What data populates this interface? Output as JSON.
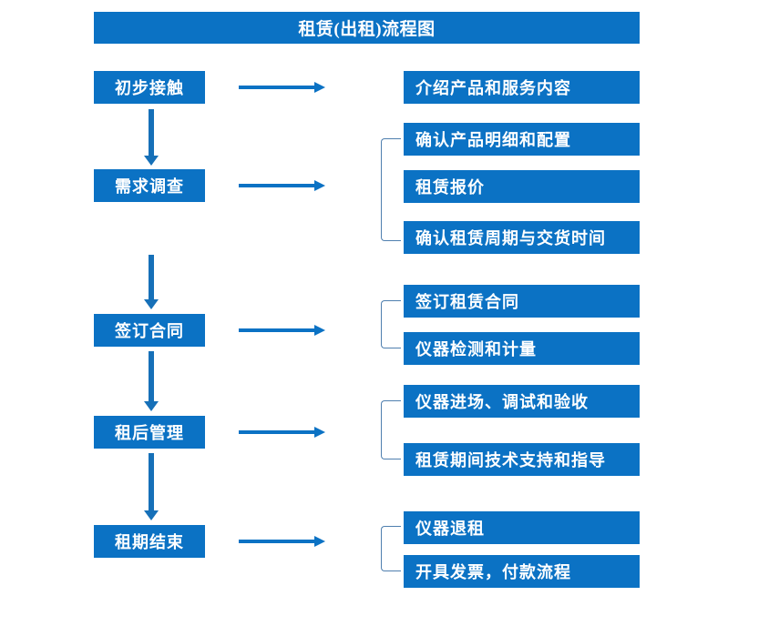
{
  "header": {
    "title": "租赁(出租)流程图",
    "accent_color": "#0B72C4",
    "bracket_color": "#4F7FAF",
    "text_color": "#FFFFFF"
  },
  "chart_data": {
    "type": "diagram",
    "title": "租赁(出租)流程图",
    "stages": [
      {
        "label": "初步接触",
        "details": [
          "介绍产品和服务内容"
        ]
      },
      {
        "label": "需求调查",
        "details": [
          "确认产品明细和配置",
          "租赁报价",
          "确认租赁周期与交货时间"
        ]
      },
      {
        "label": "签订合同",
        "details": [
          "签订租赁合同",
          "仪器检测和计量"
        ]
      },
      {
        "label": "租后管理",
        "details": [
          "仪器进场、调试和验收",
          "租赁期间技术支持和指导"
        ]
      },
      {
        "label": "租期结束",
        "details": [
          "仪器退租",
          "开具发票，付款流程"
        ]
      }
    ]
  },
  "flow": {
    "left_boxes": [
      {
        "label": "初步接触"
      },
      {
        "label": "需求调查"
      },
      {
        "label": "签订合同"
      },
      {
        "label": "租后管理"
      },
      {
        "label": "租期结束"
      }
    ],
    "right_boxes": [
      {
        "label": "介绍产品和服务内容"
      },
      {
        "label": "确认产品明细和配置"
      },
      {
        "label": "租赁报价"
      },
      {
        "label": "确认租赁周期与交货时间"
      },
      {
        "label": "签订租赁合同"
      },
      {
        "label": "仪器检测和计量"
      },
      {
        "label": "仪器进场、调试和验收"
      },
      {
        "label": "租赁期间技术支持和指导"
      },
      {
        "label": "仪器退租"
      },
      {
        "label": "开具发票，付款流程"
      }
    ]
  }
}
